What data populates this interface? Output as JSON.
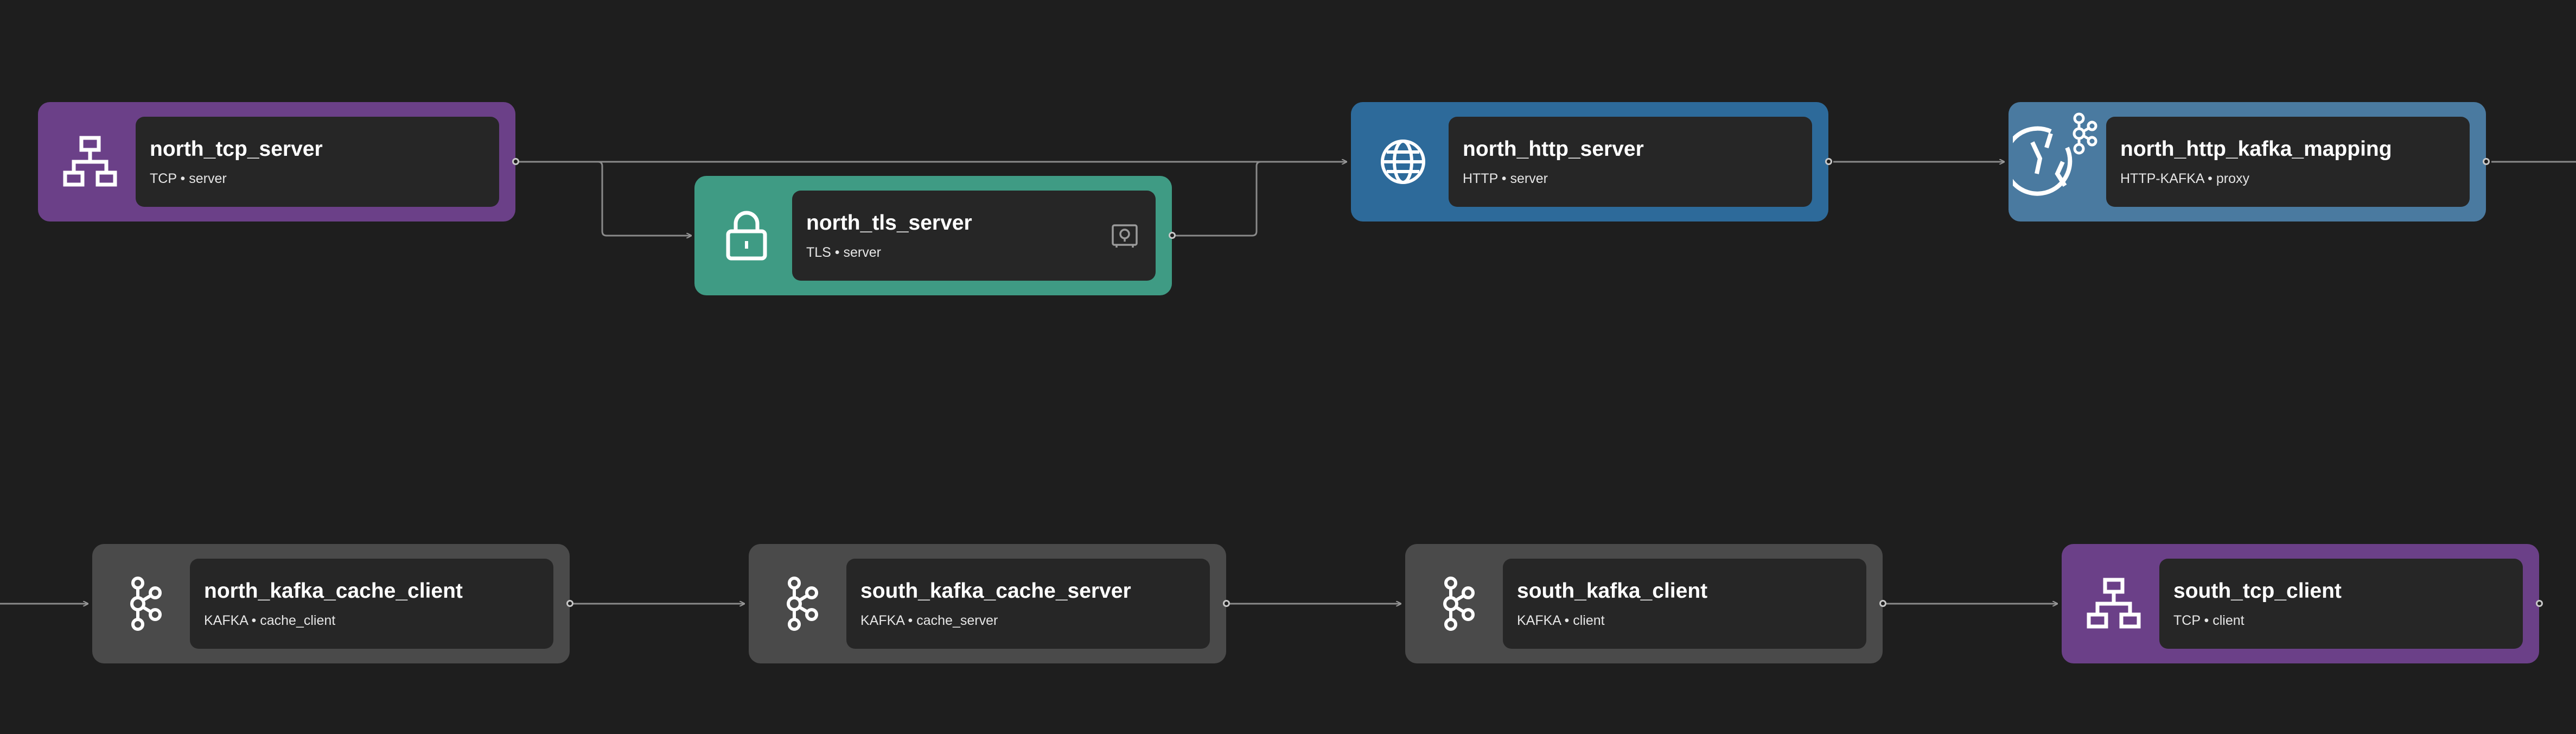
{
  "nodes": {
    "north_tcp_server": {
      "name": "north_tcp_server",
      "type": "TCP",
      "kind": "server",
      "color": "#6b4088",
      "icon": "network-icon"
    },
    "north_tls_server": {
      "name": "north_tls_server",
      "type": "TLS",
      "kind": "server",
      "color": "#3f9b84",
      "icon": "lock-icon",
      "badge": "vault-icon"
    },
    "north_http_server": {
      "name": "north_http_server",
      "type": "HTTP",
      "kind": "server",
      "color": "#2d6a9a",
      "icon": "globe-icon"
    },
    "north_http_kafka_mapping": {
      "name": "north_http_kafka_mapping",
      "type": "HTTP-KAFKA",
      "kind": "proxy",
      "color": "#4a7aa0",
      "icon": "globe-kafka-icon"
    },
    "north_kafka_cache_client": {
      "name": "north_kafka_cache_client",
      "type": "KAFKA",
      "kind": "cache_client",
      "color": "#4a4a4a",
      "icon": "kafka-icon"
    },
    "south_kafka_cache_server": {
      "name": "south_kafka_cache_server",
      "type": "KAFKA",
      "kind": "cache_server",
      "color": "#4a4a4a",
      "icon": "kafka-icon"
    },
    "south_kafka_client": {
      "name": "south_kafka_client",
      "type": "KAFKA",
      "kind": "client",
      "color": "#4a4a4a",
      "icon": "kafka-icon"
    },
    "south_tcp_client": {
      "name": "south_tcp_client",
      "type": "TCP",
      "kind": "client",
      "color": "#6b4088",
      "icon": "network-icon"
    }
  },
  "edges": [
    {
      "from": "north_tcp_server",
      "to": "north_tls_server"
    },
    {
      "from": "north_tcp_server",
      "to": "north_http_server"
    },
    {
      "from": "north_tls_server",
      "to": "north_http_server"
    },
    {
      "from": "north_http_server",
      "to": "north_http_kafka_mapping"
    },
    {
      "from": "north_http_kafka_mapping",
      "to": "north_kafka_cache_client"
    },
    {
      "from": "north_kafka_cache_client",
      "to": "south_kafka_cache_server"
    },
    {
      "from": "south_kafka_cache_server",
      "to": "south_kafka_client"
    },
    {
      "from": "south_kafka_client",
      "to": "south_tcp_client"
    }
  ],
  "edge_color": "#8a8a8a"
}
